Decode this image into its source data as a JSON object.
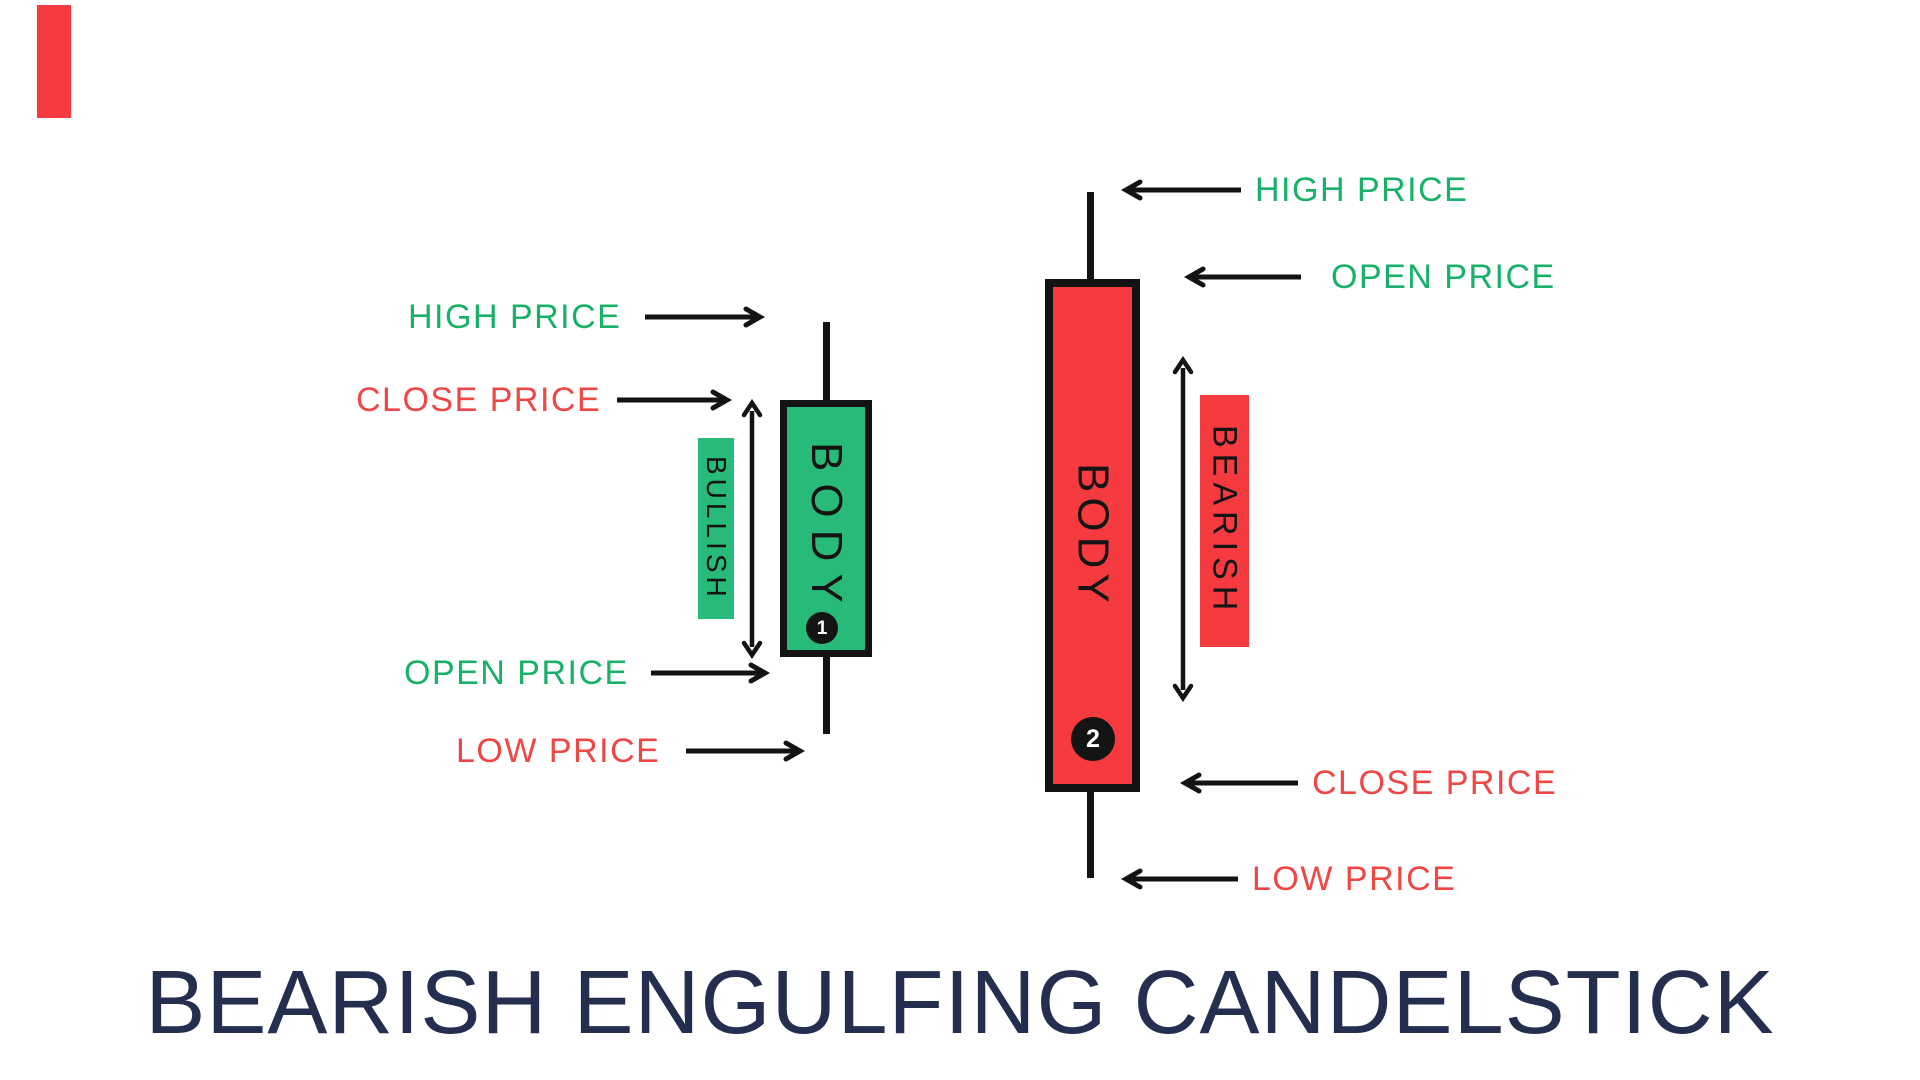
{
  "accent_bar": {
    "color": "#f53b3f"
  },
  "title": {
    "text": "BEARISH ENGULFING CANDELSTICK",
    "color": "#242e4f"
  },
  "colors": {
    "bullish_green": "#28ba78",
    "green_label_text": "#19b16a",
    "bearish_red": "#f53b3f",
    "red_label_text": "#ef4746",
    "line_black": "#131313",
    "title_navy": "#242e4f",
    "background": "#ffffff"
  },
  "candle1": {
    "number": "1",
    "body_label": "BODY",
    "type_label": "BULLISH",
    "price_labels": {
      "high": {
        "text": "HIGH PRICE"
      },
      "close": {
        "text": "CLOSE PRICE"
      },
      "open": {
        "text": "OPEN PRICE"
      },
      "low": {
        "text": "LOW PRICE"
      }
    }
  },
  "candle2": {
    "number": "2",
    "body_label": "BODY",
    "type_label": "BEARISH",
    "price_labels": {
      "high": {
        "text": "HIGH PRICE"
      },
      "open": {
        "text": "OPEN PRICE"
      },
      "close": {
        "text": "CLOSE PRICE"
      },
      "low": {
        "text": "LOW PRICE"
      }
    }
  }
}
